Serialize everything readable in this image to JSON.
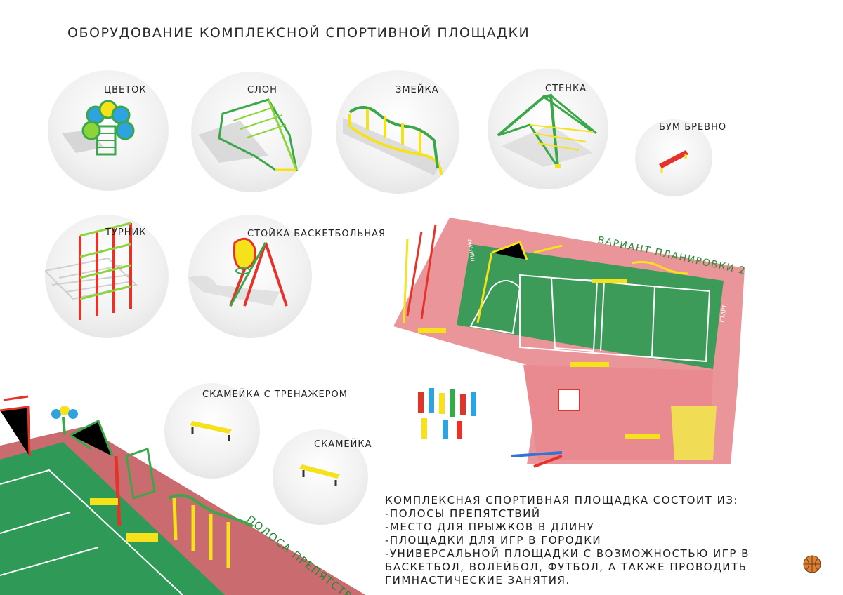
{
  "page": {
    "title": "ОБОРУДОВАНИЕ КОМПЛЕКСНОЙ СПОРТИВНОЙ ПЛОЩАДКИ"
  },
  "equipment": [
    {
      "id": "flower",
      "label": "ЦВЕТОК"
    },
    {
      "id": "elephant",
      "label": "СЛОН"
    },
    {
      "id": "snake",
      "label": "ЗМЕЙКА"
    },
    {
      "id": "wall",
      "label": "СТЕНКА"
    },
    {
      "id": "beam",
      "label": "БУМ БРЕВНО"
    },
    {
      "id": "pullup",
      "label": "ТУРНИК"
    },
    {
      "id": "basketball",
      "label": "СТОЙКА БАСКЕТБОЛЬНАЯ"
    },
    {
      "id": "bench-trainer",
      "label": "СКАМЕЙКА  С ТРЕНАЖЕРОМ"
    },
    {
      "id": "bench",
      "label": "СКАМЕЙКА"
    }
  ],
  "plan": {
    "caption": "ВАРИАНТ ПЛАНИРОВКИ 2",
    "start_label": "СТАРТ",
    "finish_label": "ФИНИШ"
  },
  "track": {
    "caption": "ПОЛОСА ПРЕПЯТСТВИЙ"
  },
  "description": {
    "lines": [
      "КОМПЛЕКСНАЯ СПОРТИВНАЯ ПЛОЩАДКА СОСТОИТ ИЗ:",
      "-ПОЛОСЫ ПРЕПЯТСТВИЙ",
      "-МЕСТО ДЛЯ ПРЫЖКОВ В ДЛИНУ",
      "-ПЛОЩАДКИ ДЛЯ ИГР В ГОРОДКИ",
      "-УНИВЕРСАЛЬНОЙ ПЛОЩАДКИ С ВОЗМОЖНОСТЬЮ ИГР В",
      "БАСКЕТБОЛ, ВОЛЕЙБОЛ, ФУТБОЛ, А ТАКЖЕ ПРОВОДИТЬ",
      "ГИМНАСТИЧЕСКИЕ ЗАНЯТИЯ."
    ]
  },
  "colors": {
    "green": "#3aa84a",
    "yellow": "#f5e21a",
    "red": "#e5332a",
    "pink": "#e88a8f",
    "court": "#3d9b5a",
    "sky": "#2ea3e0"
  }
}
